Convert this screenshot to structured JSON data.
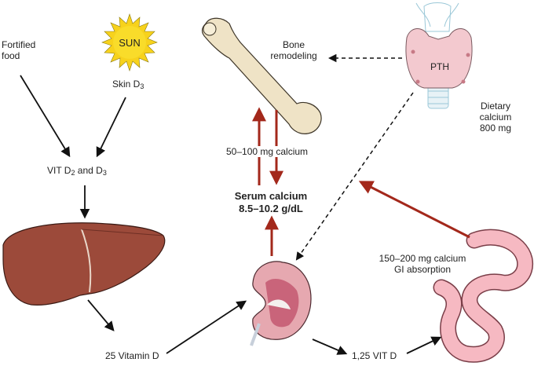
{
  "labels": {
    "fortified_food": "Fortified\nfood",
    "sun": "SUN",
    "skin_d3_prefix": "Skin D",
    "skin_d3_sub": "3",
    "vit_d2_d3": {
      "a": "VIT D",
      "a_sub": "2",
      "b": " and D",
      "b_sub": "3"
    },
    "bone_remodeling": "Bone\nremodeling",
    "pth": "PTH",
    "dietary_calcium": "Dietary\ncalcium\n800 mg",
    "bone_calcium": "50–100 mg calcium",
    "serum_title": "Serum calcium",
    "serum_range": "8.5–10.2 g/dL",
    "gi_absorption": "150–200 mg calcium\nGI absorption",
    "vitamin_25": "25 Vitamin D",
    "vit_125": "1,25 VIT D"
  },
  "colors": {
    "liver": "#9c4a3a",
    "bone": "#efe3c6",
    "thyroid": "#f3c9cf",
    "kidney": "#e6a8b0",
    "intestine": "#f6b9c2",
    "sun": "#f7d21c",
    "red_arrow": "#a3281b",
    "black_arrow": "#111111"
  }
}
